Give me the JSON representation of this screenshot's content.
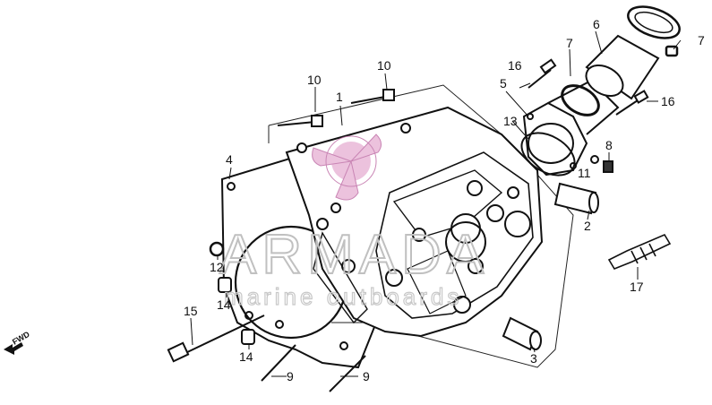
{
  "diagram": {
    "fwd_label": "FWD",
    "callouts": {
      "c1": "1",
      "c2": "2",
      "c3": "3",
      "c4": "4",
      "c5": "5",
      "c6": "6",
      "c7a": "7",
      "c7b": "7",
      "c8": "8",
      "c9a": "9",
      "c9b": "9",
      "c10a": "10",
      "c10b": "10",
      "c11": "11",
      "c12": "12",
      "c13": "13",
      "c14a": "14",
      "c14b": "14",
      "c15": "15",
      "c16a": "16",
      "c16b": "16",
      "c17": "17"
    }
  },
  "watermark": {
    "brand": "ARMADA",
    "tagline": "marine outboards",
    "logo_color": "#d8a0c8"
  }
}
